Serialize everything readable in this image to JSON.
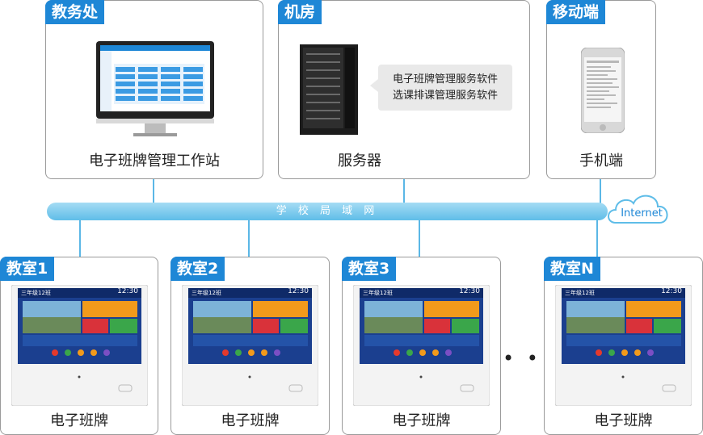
{
  "offices": [
    {
      "tag": "教务处",
      "caption": "电子班牌管理工作站"
    },
    {
      "tag": "机房",
      "caption": "服务器"
    },
    {
      "tag": "移动端",
      "caption": "手机端"
    }
  ],
  "server_software": [
    "电子班牌管理服务软件",
    "选课排课管理服务软件"
  ],
  "network_label": "学 校 局 域 网",
  "internet_label": "Internet",
  "classrooms": [
    {
      "tag": "教室1",
      "caption": "电子班牌"
    },
    {
      "tag": "教室2",
      "caption": "电子班牌"
    },
    {
      "tag": "教室3",
      "caption": "电子班牌"
    },
    {
      "tag": "教室N",
      "caption": "电子班牌"
    }
  ],
  "ellipsis": "• • •",
  "screen": {
    "class_name": "三年级12班",
    "time": "12:30"
  },
  "colors": {
    "accent": "#1e87d6",
    "network": "#5fbde8"
  }
}
